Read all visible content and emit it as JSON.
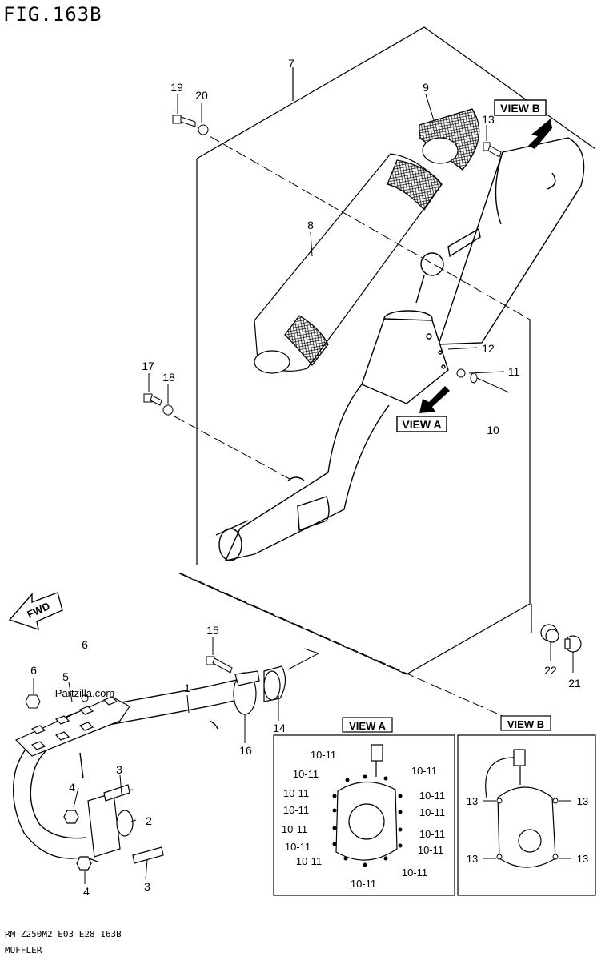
{
  "figure": {
    "title": "FIG.163B",
    "footer_code": "RM Z250M2_E03_E28_163B",
    "footer_name": "MUFFLER",
    "watermark": "Partzilla.com"
  },
  "views": {
    "view_a_label": "VIEW A",
    "view_b_label": "VIEW B",
    "view_a_box_title": "VIEW A",
    "view_b_box_title": "VIEW B",
    "fwd_label": "FWD"
  },
  "callouts": {
    "p1": "1",
    "p2": "2",
    "p3a": "3",
    "p3b": "3",
    "p4a": "4",
    "p4b": "4",
    "p5": "5",
    "p6a": "6",
    "p6b": "6",
    "p7": "7",
    "p8": "8",
    "p9": "9",
    "p10": "10",
    "p11": "11",
    "p12": "12",
    "p13": "13",
    "p14": "14",
    "p15": "15",
    "p16": "16",
    "p17": "17",
    "p18": "18",
    "p19": "19",
    "p20": "20",
    "p21": "21",
    "p22": "22"
  },
  "view_a_callouts": [
    "10-11",
    "10-11",
    "10-11",
    "10-11",
    "10-11",
    "10-11",
    "10-11",
    "10-11",
    "10-11",
    "10-11",
    "10-11",
    "10-11",
    "10-11",
    "10-11"
  ],
  "view_b_callouts": [
    "13",
    "13",
    "13",
    "13"
  ]
}
